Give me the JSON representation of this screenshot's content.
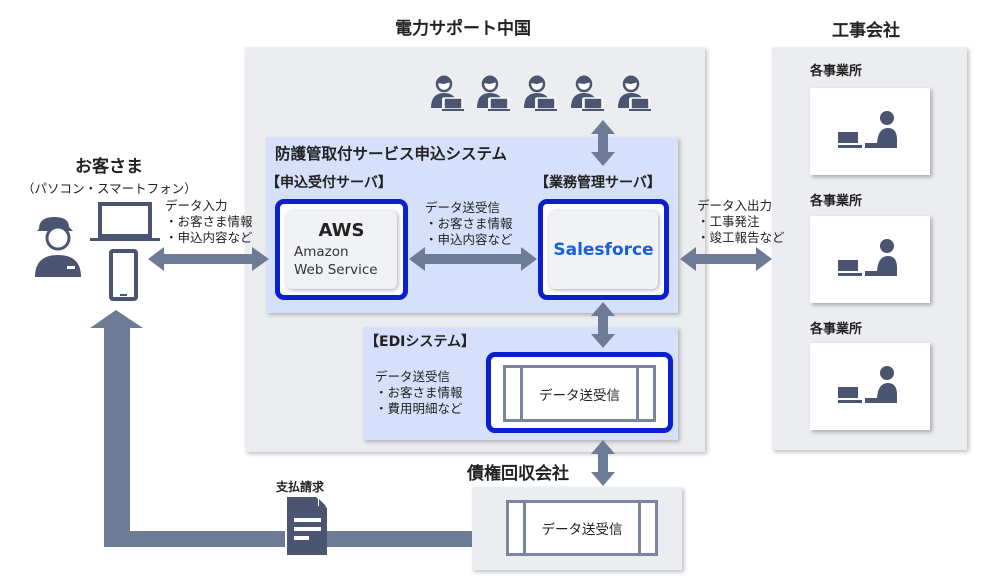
{
  "headers": {
    "center": "電力サポート中国",
    "right": "工事会社",
    "customer": "お客さま",
    "customer_sub": "（パソコン・スマートフォン）",
    "collection": "債権回収会社"
  },
  "application_system": {
    "title": "防護管取付サービス申込システム",
    "reception_server": {
      "label": "【申込受付サーバ】",
      "brand": "AWS",
      "line1": "Amazon",
      "line2": "Web Service"
    },
    "business_server": {
      "label": "【業務管理サーバ】",
      "brand": "Salesforce"
    },
    "transfer_note": [
      "データ送受信",
      "・お客さま情報",
      "・申込内容など"
    ]
  },
  "edi_system": {
    "title": "【EDIシステム】",
    "note": [
      "データ送受信",
      "・お客さま情報",
      "・費用明細など"
    ],
    "process": "データ送受信"
  },
  "customer_note": [
    "データ入力",
    "・お客さま情報",
    "・申込内容など"
  ],
  "contractor_note": [
    "データ入出力",
    "・工事発注",
    "・竣工報告など"
  ],
  "offices": [
    {
      "label": "各事業所"
    },
    {
      "label": "各事業所"
    },
    {
      "label": "各事業所"
    }
  ],
  "collection_process": "データ送受信",
  "billing_label": "支払請求",
  "colors": {
    "arrow": "#6e7b97",
    "icon": "#4b5470",
    "accent_border": "#0a1fd0",
    "salesforce_text": "#1a5ee0",
    "system_bg": "#d6e0fb",
    "panel_bg": "#ecedf1"
  }
}
